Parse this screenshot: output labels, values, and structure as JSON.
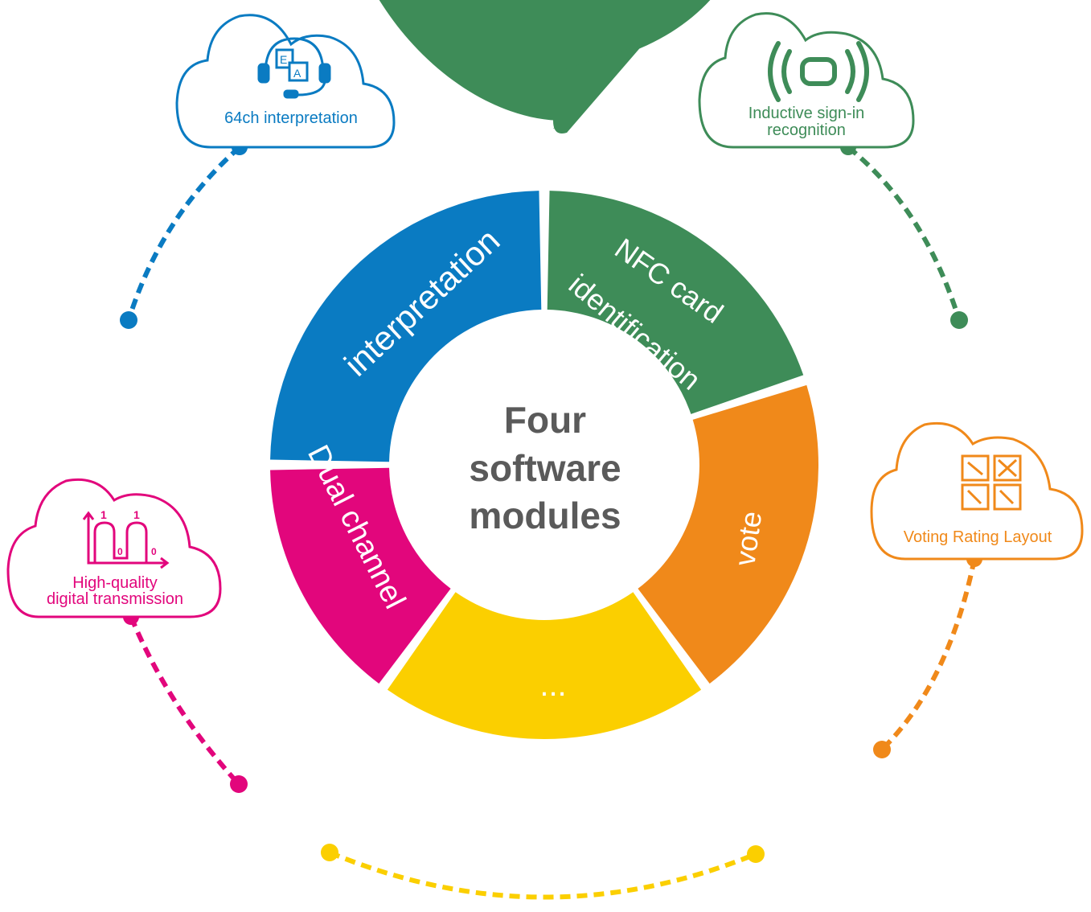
{
  "center": {
    "lines": [
      "Four",
      "software",
      "modules"
    ]
  },
  "segments": [
    {
      "label": "interpretation",
      "color": "#0a7bc2"
    },
    {
      "label": "NFC card",
      "label2": "identification",
      "color": "#3e8c58"
    },
    {
      "label": "vote",
      "color": "#f0891a"
    },
    {
      "label": "...",
      "color": "#fbcf00"
    },
    {
      "label": "Dual channel",
      "color": "#e2067c"
    }
  ],
  "clouds": {
    "interpretation": {
      "text": "64ch interpretation",
      "icon": "headset-translate-icon",
      "color": "#0a7bc2"
    },
    "signin": {
      "line1": "Inductive sign-in",
      "line2": "recognition",
      "icon": "nfc-signal-icon",
      "color": "#3e8c58"
    },
    "voting": {
      "text": "Voting Rating Layout",
      "icon": "voting-grid-icon",
      "color": "#f0891a"
    },
    "transmission": {
      "line1": "High-quality",
      "line2": "digital transmission",
      "icon": "digital-signal-icon",
      "color": "#e2067c"
    }
  },
  "connector_colors": {
    "blue": "#0a7bc2",
    "green": "#3e8c58",
    "orange": "#f0891a",
    "magenta": "#e2067c",
    "yellow": "#fbcf00"
  }
}
